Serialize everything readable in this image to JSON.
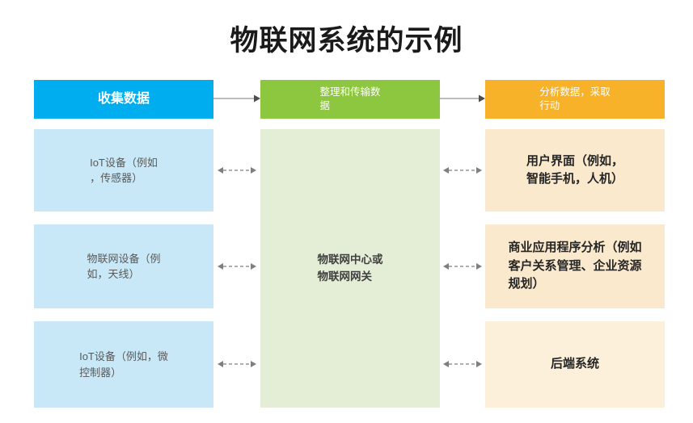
{
  "title": "物联网系统的示例",
  "colors": {
    "header_blue": "#00AEEF",
    "header_green": "#8DC63F",
    "header_orange": "#F7B229",
    "light_blue": "#C9E8F7",
    "light_green": "#E4EED6",
    "cream": "#FAE9CC",
    "cream_light": "#FCF0DA",
    "arrow_gray": "#7f7f7f",
    "arrow_line": "#a6a6a6",
    "arrow_head_dark": "#4d4d4d"
  },
  "columns": [
    {
      "name": "collect-data",
      "header": {
        "lines": [
          "收集数据"
        ]
      },
      "boxes": [
        {
          "lines": [
            "IoT设备（例如",
            "，传感器）"
          ]
        },
        {
          "lines": [
            "物联网设备（例",
            "如，天线）"
          ]
        },
        {
          "lines": [
            "IoT设备（例如，微",
            "控制器）"
          ]
        }
      ]
    },
    {
      "name": "organize-transmit-data",
      "header": {
        "lines": [
          "整理和传输数",
          "据"
        ]
      },
      "boxes": [
        {
          "lines": [
            "物联网中心或",
            "物联网网关"
          ]
        }
      ]
    },
    {
      "name": "analyze-act",
      "header": {
        "lines": [
          "分析数据，采取",
          "行动"
        ]
      },
      "boxes": [
        {
          "lines": [
            "用户界面（例如，",
            "智能手机，人机）"
          ]
        },
        {
          "lines": [
            "商业应用程序分析（例如",
            "客户关系管理、企业资源",
            "规划）"
          ]
        },
        {
          "lines": [
            "后端系统"
          ]
        }
      ]
    }
  ]
}
